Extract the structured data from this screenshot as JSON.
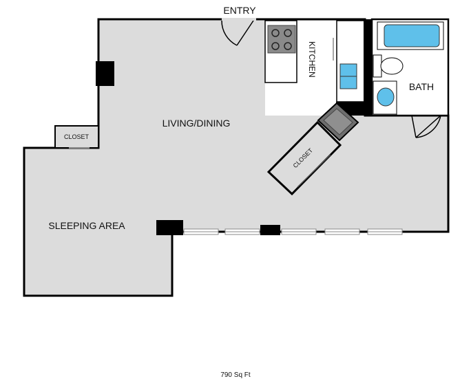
{
  "labels": {
    "entry": "ENTRY",
    "kitchen": "KITCHEN",
    "bath": "BATH",
    "living_dining": "LIVING/DINING",
    "closet_left": "CLOSET",
    "closet_center": "CLOSET",
    "sleeping_area": "SLEEPING AREA",
    "area": "790 Sq Ft"
  },
  "colors": {
    "floor": "#dcdcdc",
    "wall": "#000000",
    "counter": "#ffffff",
    "tub": "#5fc0ea",
    "sink": "#5fc0ea",
    "stove": "#8a8a8a",
    "fridge": "#6e6e6e"
  }
}
